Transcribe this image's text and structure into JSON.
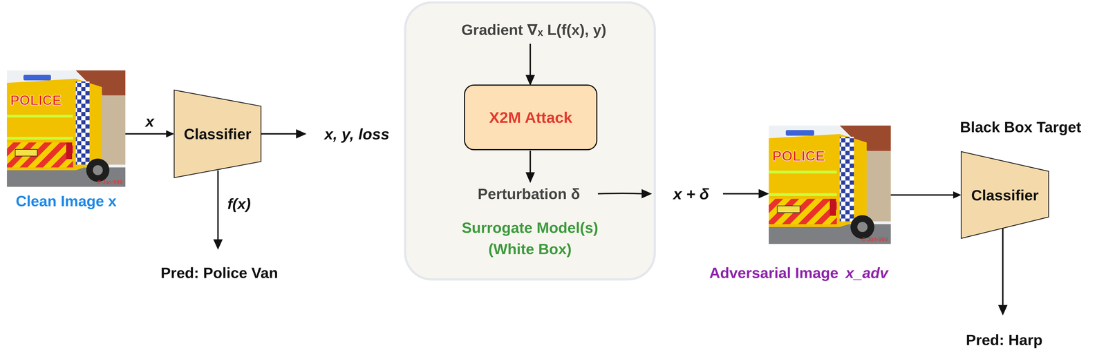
{
  "diagram": {
    "nodes": [
      {
        "text": [
          "Clean Image x"
        ]
      },
      {
        "text": [
          "Classifier"
        ]
      },
      {
        "text": [
          "Surrogate Model(s) (White Box)"
        ]
      },
      {
        "text": [
          "X2M Attack"
        ],
        "in": 2
      },
      {
        "text": [
          "Adversarial Image",
          "x_adv"
        ]
      },
      {
        "text": [
          "Black Box Target",
          "Classifier"
        ]
      }
    ],
    "edges": [
      {
        "from": 0,
        "to": 1,
        "arrow": "to",
        "label": "x"
      },
      {
        "from": 4,
        "to": 5,
        "arrow": "to"
      }
    ],
    "labels": [
      "x, y, loss",
      "f(x)",
      "Pred: Police Van",
      "Gradient ∇ₓ L(f(x), y)",
      "Perturbation δ",
      "x + δ",
      "Pred: Harp",
      "POLICE",
      "© Jon-999",
      "POLICE",
      "© Jon-999"
    ]
  }
}
